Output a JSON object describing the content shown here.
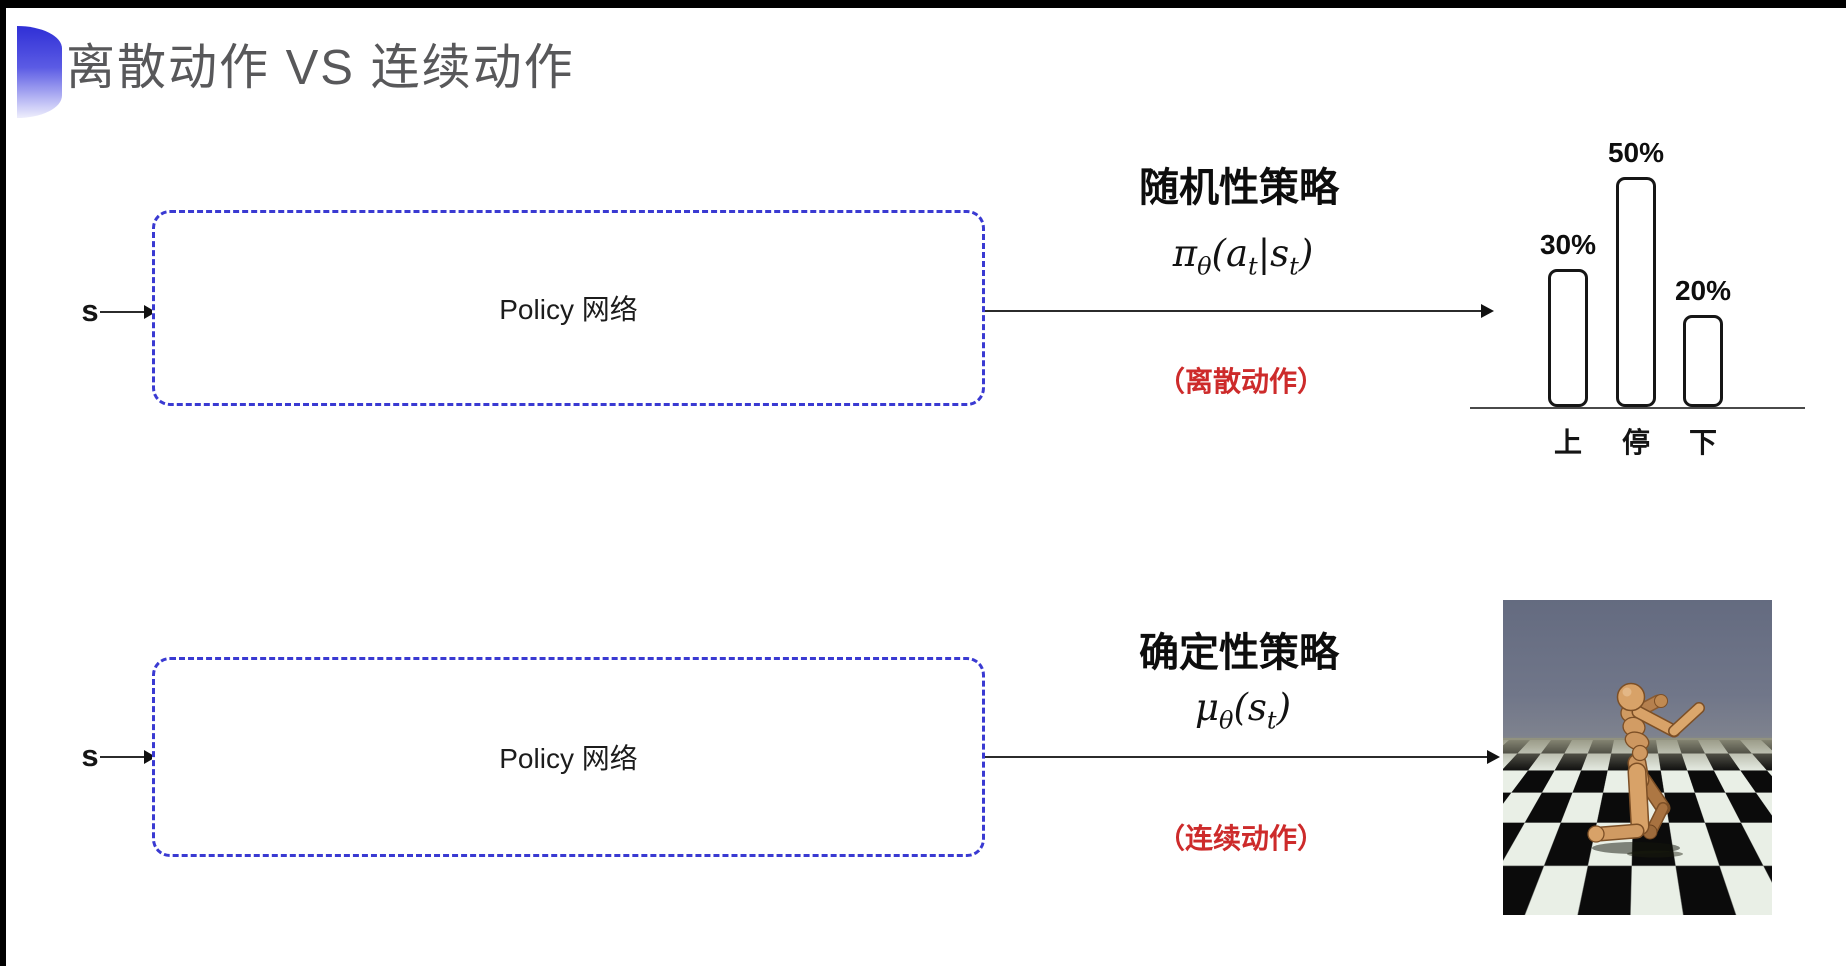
{
  "page": {
    "title": "离散动作 VS 连续动作"
  },
  "colors": {
    "box_border_blue": "#3a3ad2",
    "note_red": "#cd2b2b",
    "title_gray": "#58585a",
    "deco_blue": "#2f2fd6"
  },
  "top_flow": {
    "input_label": "s",
    "box_label": "Policy 网络",
    "policy_title": "随机性策略",
    "formula": {
      "sym": "π",
      "sym_sub": "θ",
      "open": "(",
      "arg1": "a",
      "arg1_sub": "t",
      "sep": "|",
      "arg2": "s",
      "arg2_sub": "t",
      "close": ")"
    },
    "note": "（离散动作）"
  },
  "bottom_flow": {
    "input_label": "s",
    "box_label": "Policy 网络",
    "policy_title": "确定性策略",
    "formula": {
      "sym": "μ",
      "sym_sub": "θ",
      "open": "(",
      "arg1": "s",
      "arg1_sub": "t",
      "close": ")"
    },
    "note": "（连续动作）"
  },
  "chart_data": {
    "type": "bar",
    "categories": [
      "上",
      "停",
      "下"
    ],
    "values": [
      30,
      50,
      20
    ],
    "value_labels": [
      "30%",
      "50%",
      "20%"
    ],
    "title": "",
    "xlabel": "",
    "ylabel": "",
    "ylim": [
      0,
      55
    ],
    "grid": false,
    "legend": "none",
    "bar_style": "white fill, black rounded outline"
  },
  "sim_image": {
    "description": "MuJoCo humanoid robot running on black-and-white checkered floor under gray sky"
  }
}
